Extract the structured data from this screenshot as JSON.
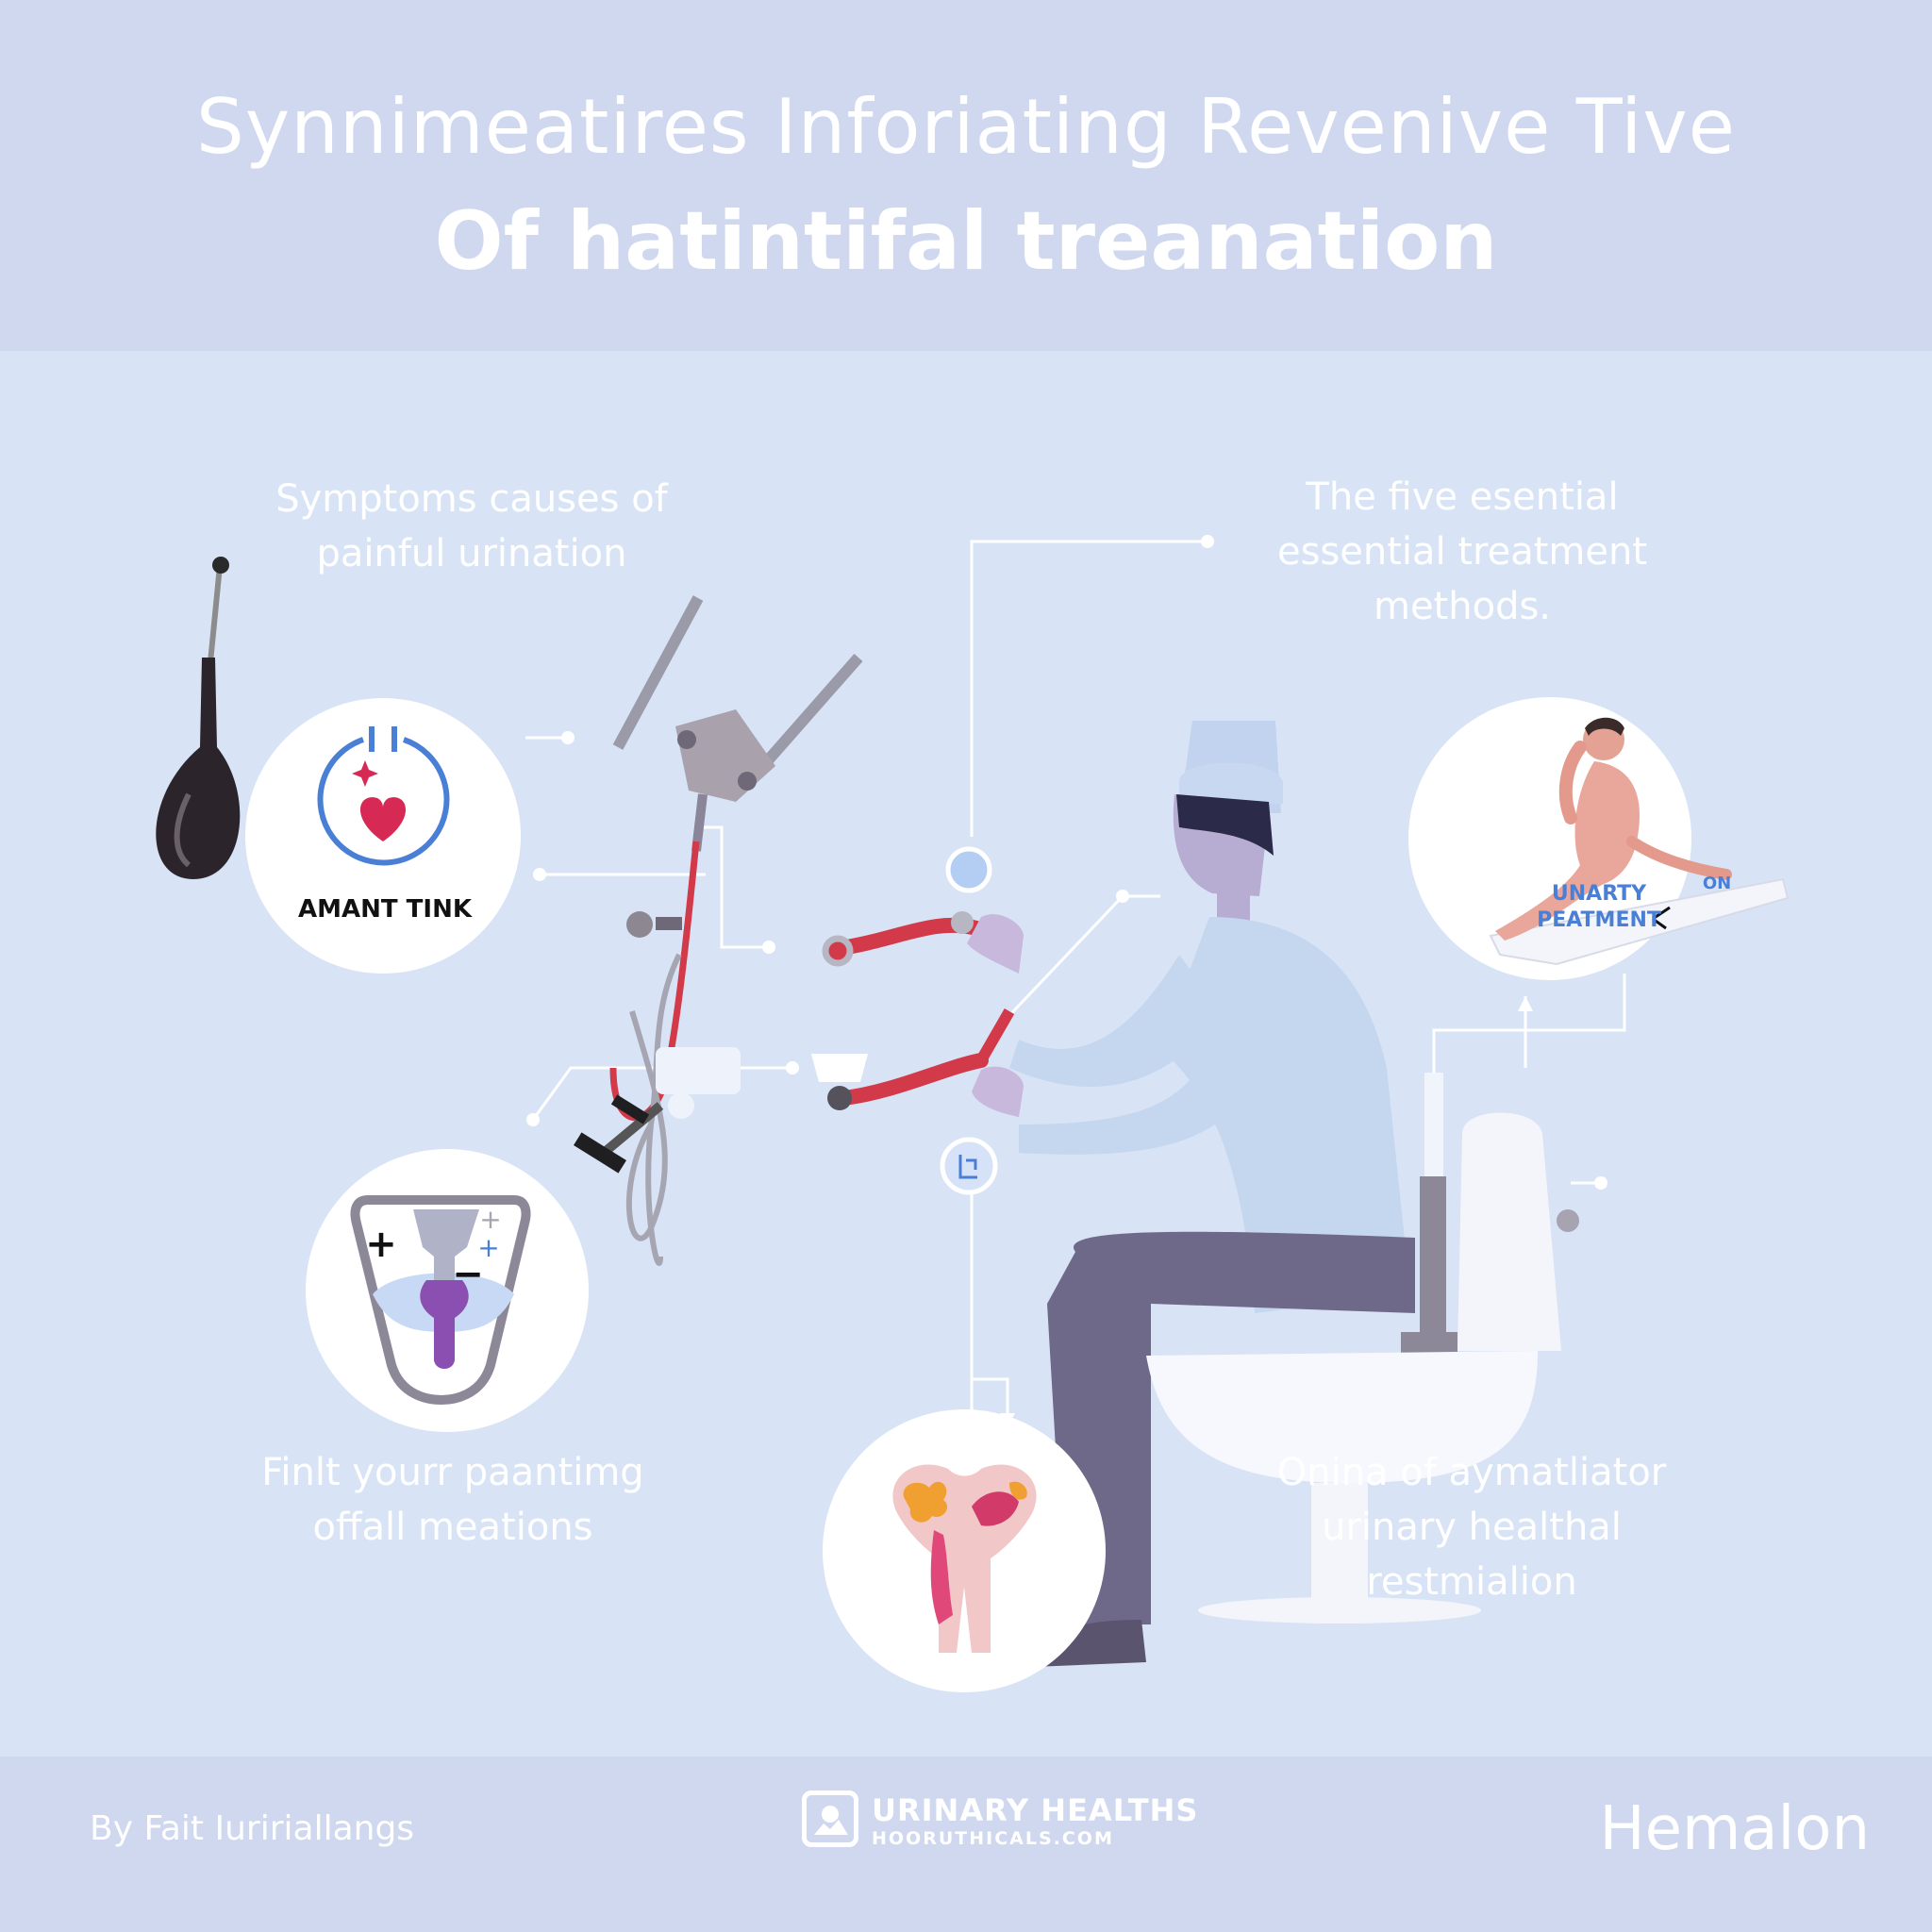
{
  "header": {
    "title_line1": "Synnimeatires Inforiating Revenive Tive",
    "title_line2": "Of hatintifal treanation"
  },
  "captions": {
    "top_left": "Symptoms causes of painful urination",
    "top_right": "The five esential essential treatment methods.",
    "bottom_left": "Finlt yourr paantimg offall meations",
    "bottom_right": "Onina of aymatliator urinary healthal restmialion"
  },
  "circle_labels": {
    "heart_badge": "AMANT TINK",
    "treatment_line1": "UNARTY",
    "treatment_line2": "PEATMENT",
    "treatment_tag": "ON"
  },
  "footer": {
    "byline": "By Fait Iuririallangs",
    "logo_line1": "URINARY HEALTHS",
    "logo_line2": "HOORUTHICALS.COM",
    "brand": "Hemalon"
  },
  "colors": {
    "background": "#d8e4f6",
    "band": "#cfd8ef",
    "accent_red": "#d23a4a",
    "accent_blue": "#4a7fd6",
    "accent_purple": "#8a4fb0"
  },
  "icons": [
    "heart-power-icon",
    "bladder-shield-icon",
    "uterus-icon",
    "person-treatment-icon",
    "toilet-icon",
    "dropper-icon",
    "iv-stand-icon"
  ]
}
